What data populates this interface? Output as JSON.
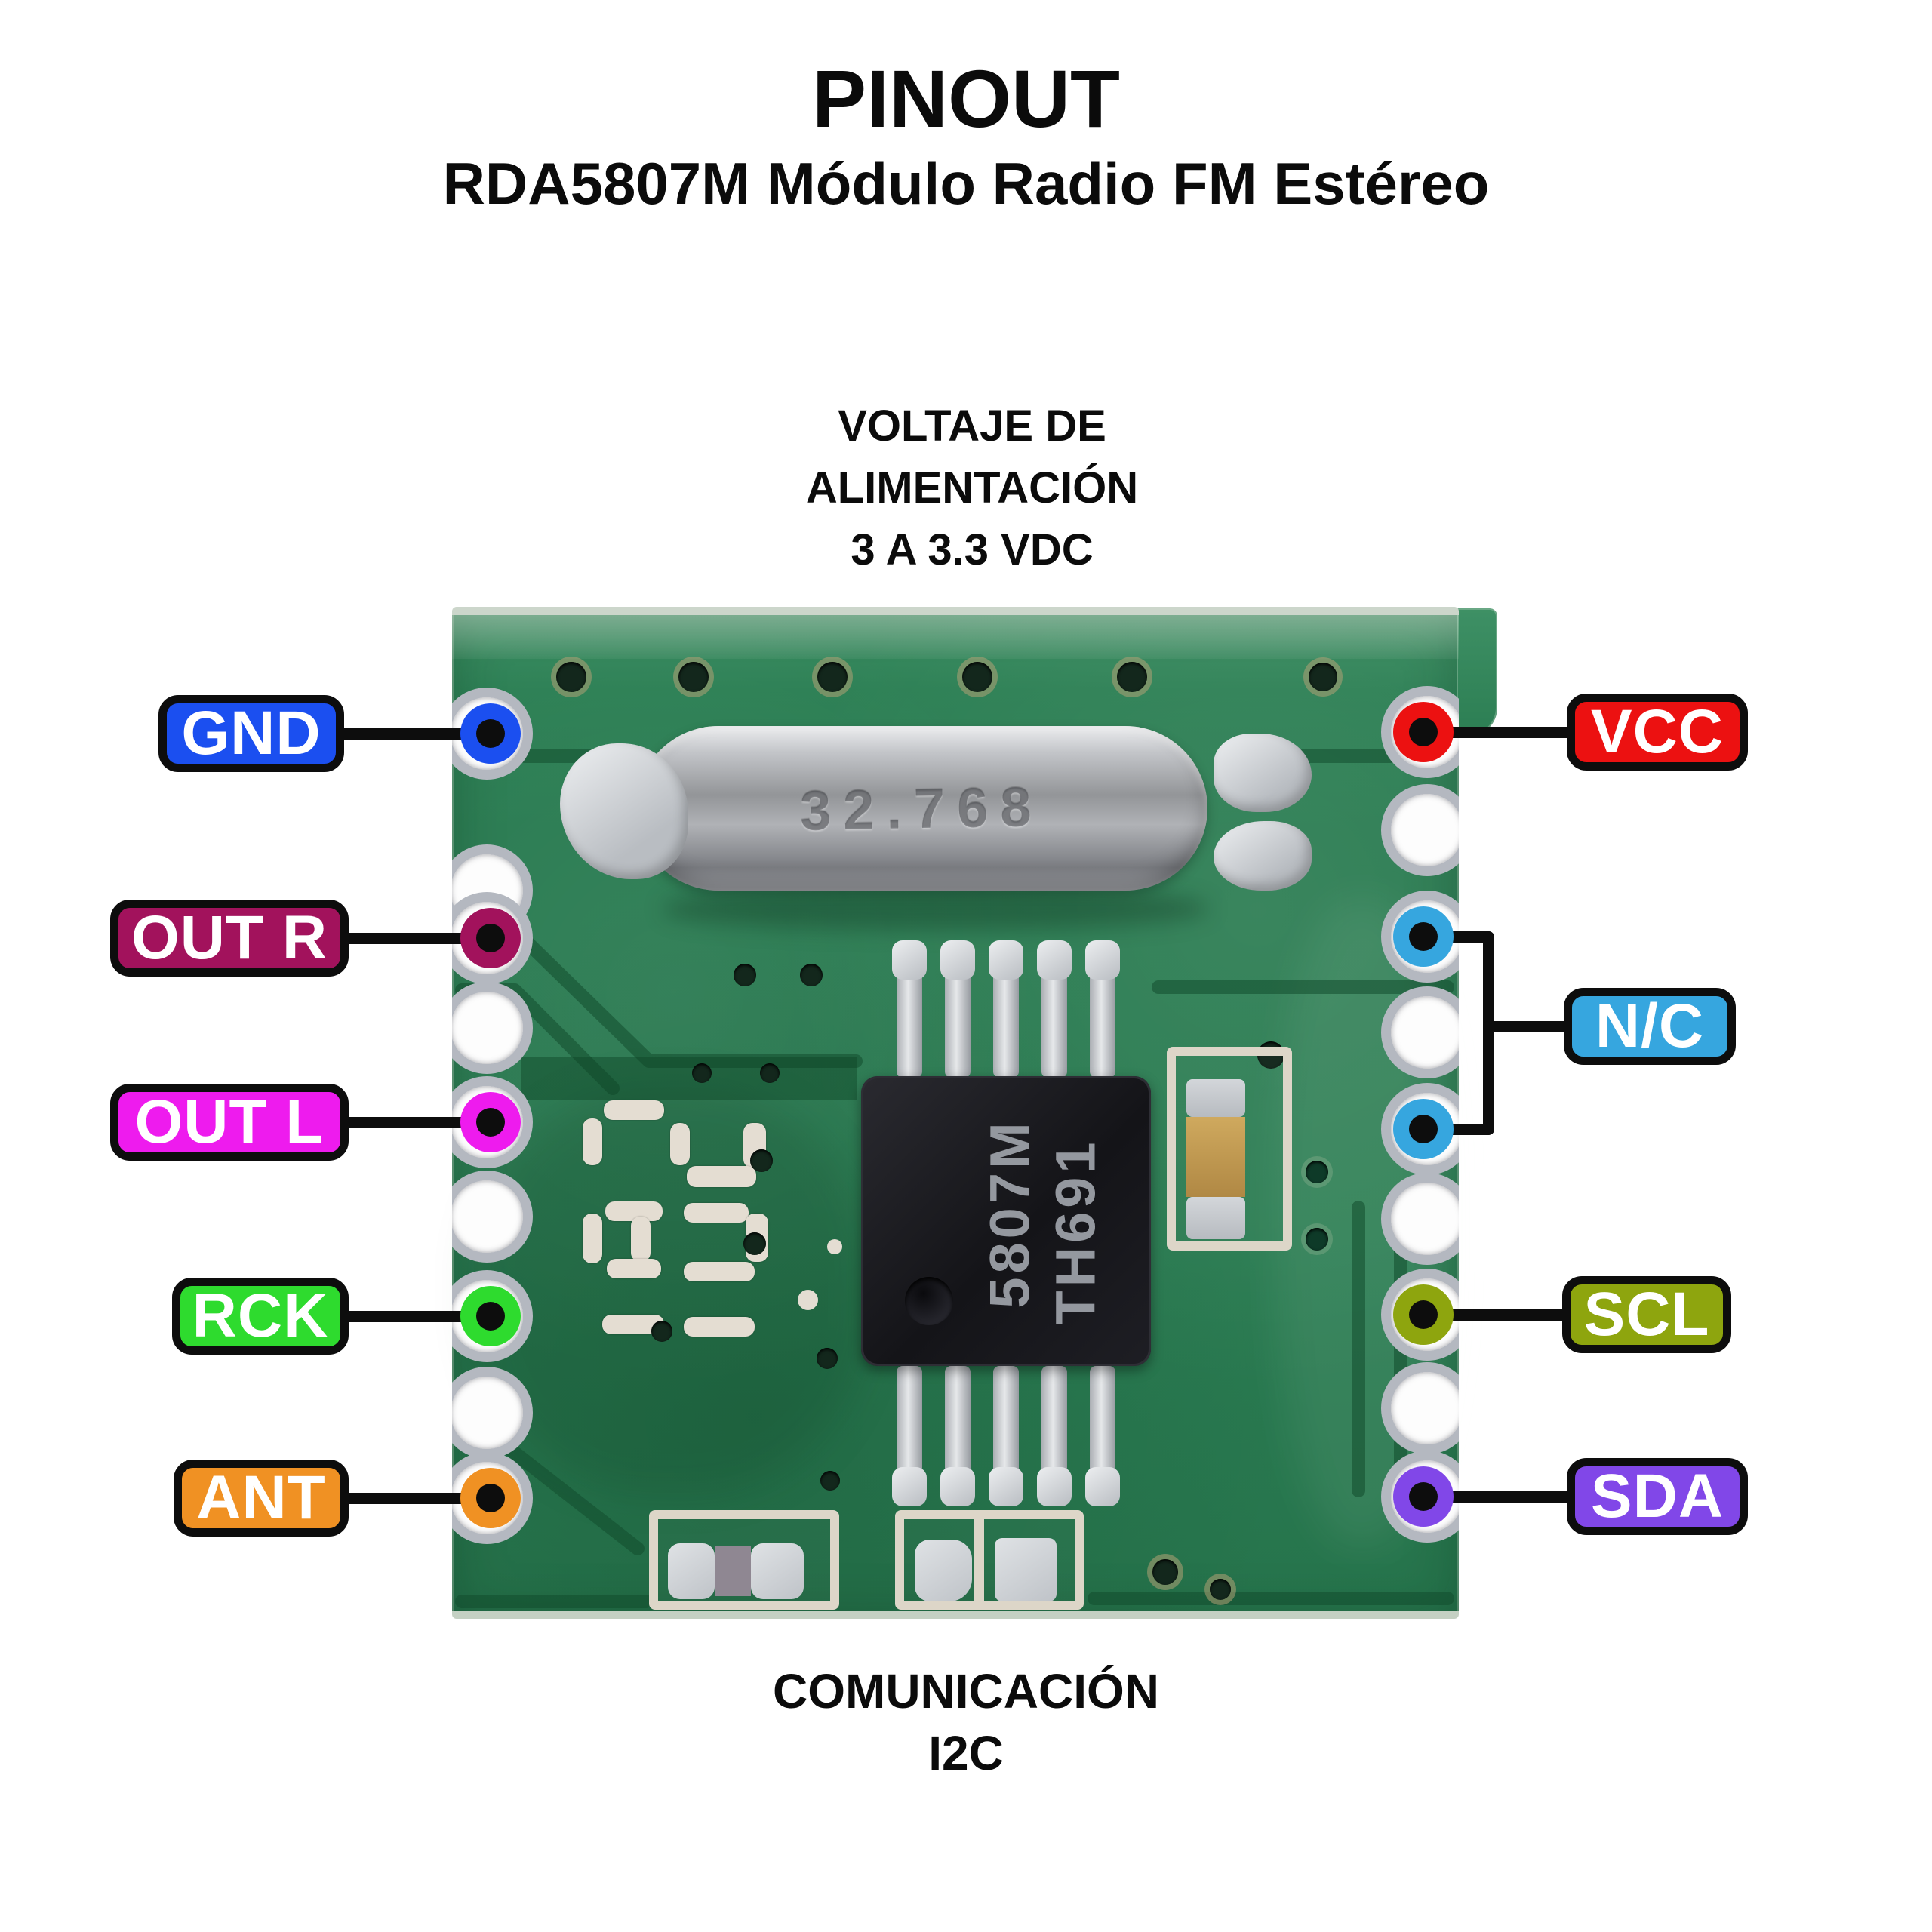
{
  "header": {
    "title": "PINOUT",
    "subtitle": "RDA5807M Módulo Radio FM Estéreo"
  },
  "notes": {
    "power": {
      "lines": [
        "VOLTAJE DE",
        "ALIMENTACIÓN",
        "3 A 3.3 VDC"
      ]
    },
    "comm": {
      "lines": [
        "COMUNICACIÓN",
        "I2C"
      ]
    }
  },
  "board": {
    "crystal_marking": "32.768",
    "ic_marking": [
      "5807M",
      "TH691"
    ]
  },
  "pins": [
    {
      "id": "gnd",
      "label": "GND",
      "color": "#1b4ff0",
      "side": "left"
    },
    {
      "id": "out_r",
      "label": "OUT R",
      "color": "#a2125c",
      "side": "left"
    },
    {
      "id": "out_l",
      "label": "OUT L",
      "color": "#ee1bee",
      "side": "left"
    },
    {
      "id": "rck",
      "label": "RCK",
      "color": "#2edb2e",
      "side": "left"
    },
    {
      "id": "ant",
      "label": "ANT",
      "color": "#f09123",
      "side": "left"
    },
    {
      "id": "vcc",
      "label": "VCC",
      "color": "#ec1111",
      "side": "right"
    },
    {
      "id": "nc",
      "label": "N/C",
      "color": "#36a6df",
      "side": "right"
    },
    {
      "id": "scl",
      "label": "SCL",
      "color": "#8ea50e",
      "side": "right"
    },
    {
      "id": "sda",
      "label": "SDA",
      "color": "#8147e8",
      "side": "right"
    }
  ]
}
